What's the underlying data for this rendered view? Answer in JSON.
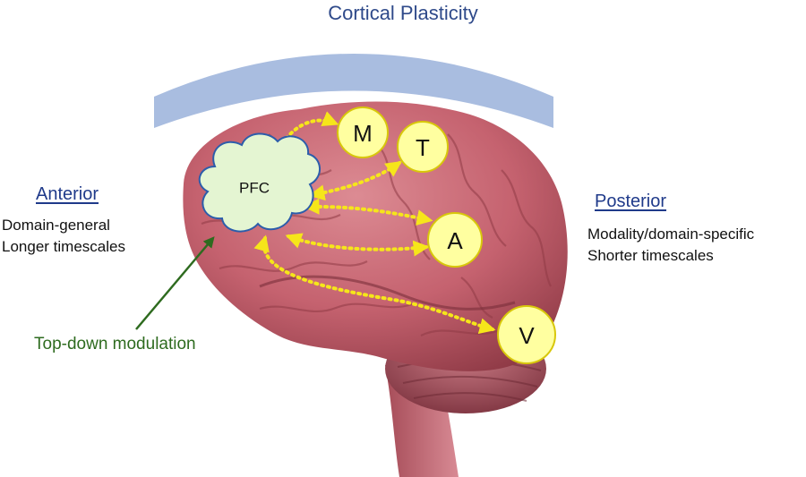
{
  "title": "Cortical Plasticity",
  "anterior": {
    "heading": "Anterior",
    "lines": [
      "Domain-general",
      "Longer timescales"
    ]
  },
  "posterior": {
    "heading": "Posterior",
    "lines": [
      "Modality/domain-specific",
      "Shorter timescales"
    ]
  },
  "modulation_label": "Top-down modulation",
  "hub": {
    "label": "PFC"
  },
  "nodes": [
    {
      "id": "m",
      "label": "M"
    },
    {
      "id": "t",
      "label": "T"
    },
    {
      "id": "a",
      "label": "A"
    },
    {
      "id": "v",
      "label": "V"
    }
  ],
  "colors": {
    "arc": "#a9bde0",
    "node_fill": "#ffffa0",
    "node_stroke": "#d8c70a",
    "connector": "#f6e61a",
    "hub_fill": "#e4f5d2",
    "hub_stroke": "#2c5dab",
    "modulation": "#2e6b1f",
    "heading": "#1f3a8a",
    "brain": "#c5626f"
  }
}
